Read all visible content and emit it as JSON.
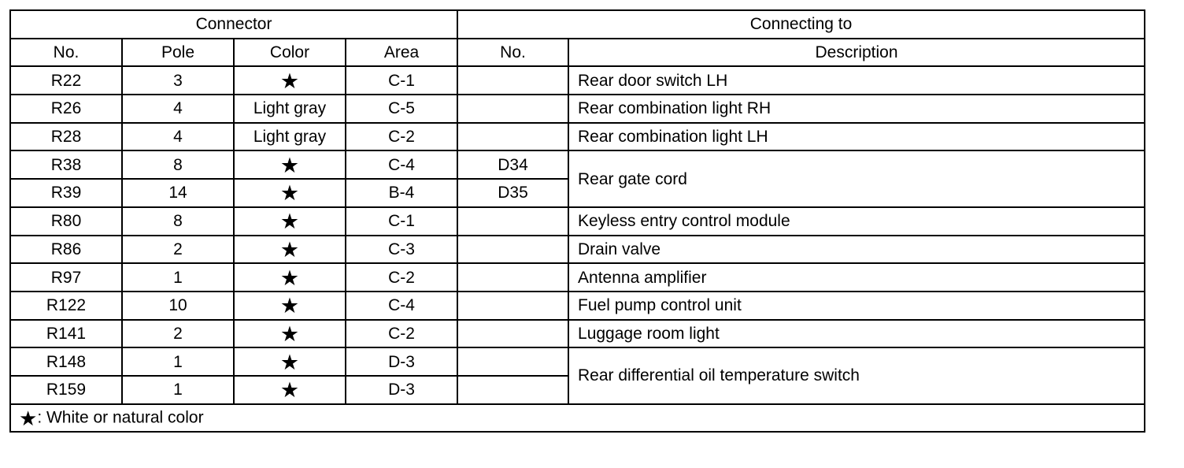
{
  "table": {
    "group_headers": {
      "connector": "Connector",
      "connecting_to": "Connecting to"
    },
    "columns": {
      "no": "No.",
      "pole": "Pole",
      "color": "Color",
      "area": "Area",
      "to_no": "No.",
      "description": "Description"
    },
    "rows": [
      {
        "no": "R22",
        "pole": "3",
        "color": "★",
        "area": "C-1",
        "to_no": "",
        "description": "Rear door switch LH"
      },
      {
        "no": "R26",
        "pole": "4",
        "color": "Light gray",
        "area": "C-5",
        "to_no": "",
        "description": "Rear combination light RH"
      },
      {
        "no": "R28",
        "pole": "4",
        "color": "Light gray",
        "area": "C-2",
        "to_no": "",
        "description": "Rear combination light LH"
      },
      {
        "no": "R38",
        "pole": "8",
        "color": "★",
        "area": "C-4",
        "to_no": "D34",
        "description": "Rear gate cord"
      },
      {
        "no": "R39",
        "pole": "14",
        "color": "★",
        "area": "B-4",
        "to_no": "D35",
        "description": "Rear gate cord"
      },
      {
        "no": "R80",
        "pole": "8",
        "color": "★",
        "area": "C-1",
        "to_no": "",
        "description": "Keyless entry control module"
      },
      {
        "no": "R86",
        "pole": "2",
        "color": "★",
        "area": "C-3",
        "to_no": "",
        "description": "Drain valve"
      },
      {
        "no": "R97",
        "pole": "1",
        "color": "★",
        "area": "C-2",
        "to_no": "",
        "description": "Antenna amplifier"
      },
      {
        "no": "R122",
        "pole": "10",
        "color": "★",
        "area": "C-4",
        "to_no": "",
        "description": "Fuel pump control unit"
      },
      {
        "no": "R141",
        "pole": "2",
        "color": "★",
        "area": "C-2",
        "to_no": "",
        "description": "Luggage room light"
      },
      {
        "no": "R148",
        "pole": "1",
        "color": "★",
        "area": "D-3",
        "to_no": "",
        "description": "Rear differential oil temperature switch"
      },
      {
        "no": "R159",
        "pole": "1",
        "color": "★",
        "area": "D-3",
        "to_no": "",
        "description": "Rear differential oil temperature switch"
      }
    ],
    "legend": {
      "symbol": "★",
      "text": ": White or natural color"
    }
  }
}
